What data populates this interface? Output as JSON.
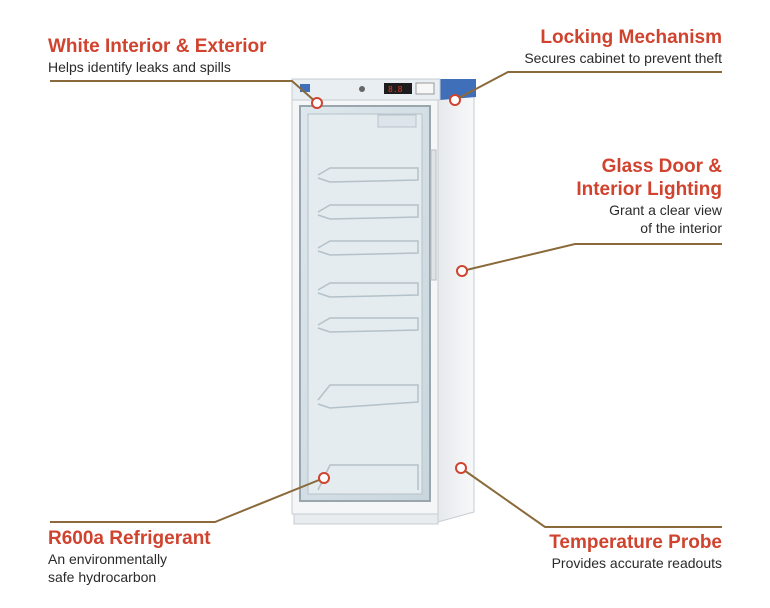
{
  "callouts": {
    "white_interior": {
      "title": "White Interior & Exterior",
      "desc": "Helps identify leaks and spills"
    },
    "locking": {
      "title": "Locking Mechanism",
      "desc": "Secures cabinet to prevent theft"
    },
    "glass_door": {
      "title_line1": "Glass Door &",
      "title_line2": "Interior Lighting",
      "desc_line1": "Grant a clear view",
      "desc_line2": "of the interior"
    },
    "refrigerant": {
      "title": "R600a Refrigerant",
      "desc_line1": "An environmentally",
      "desc_line2": "safe hydrocarbon"
    },
    "temp_probe": {
      "title": "Temperature Probe",
      "desc": "Provides accurate readouts"
    }
  },
  "display": {
    "readout": "8.8"
  },
  "colors": {
    "accent": "#d0432f",
    "leader": "#8a6a3a",
    "top_panel": "#3f6fb8",
    "body": "#f1f3f5"
  }
}
